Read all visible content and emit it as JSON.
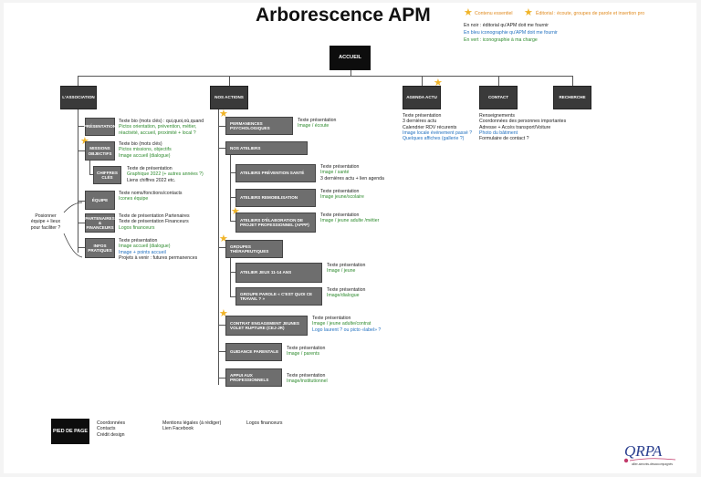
{
  "title": "Arborescence APM",
  "legend": {
    "essential": "Contenu essentiel",
    "editorial": "Éditorial : écoute, groupes de parole et insertion pro",
    "black": "En noir : éditorial qu'APM doit me fournir",
    "blue": "En bleu iconographie qu'APM doit me fournir",
    "green": "En vert : iconographie à ma charge"
  },
  "colors": {
    "star": "#f0b429",
    "green": "#2e8b2e",
    "blue": "#1f6fbf",
    "orange": "#e08a1e"
  },
  "root": "ACCUEIL",
  "sections": {
    "association": "L'ASSOCIATION",
    "actions": "NOS ACTIONS",
    "agenda": "AGENDA ACTU",
    "contact": "CONTACT",
    "recherche": "RECHERCHE"
  },
  "association": {
    "presentation": {
      "label": "PRÉSENTATION",
      "lines": [
        "Texte bio (mots clés) : qui,quoi,où,quand",
        "Pictos orientation, prévention, métier, réactivité, accueil, proximité + local ?"
      ]
    },
    "missions": {
      "label": "MISSIONS OBJECTIFS",
      "lines": [
        "Texte bio (mots clés)",
        "Pictos missions, objectifs",
        "Image accueil (dialogue)"
      ]
    },
    "chiffres": {
      "label": "CHIFFRES CLÉS",
      "lines": [
        "Texte de présentation",
        "Graphique 2022 (+ autres années ?)",
        "Liens chiffres 2022 etc."
      ]
    },
    "equipe": {
      "label": "ÉQUIPE",
      "lines": [
        "Texte noms/fonctions/contacts",
        "Icones équipe"
      ]
    },
    "partenaires": {
      "label": "PARTENAIRES & FINANCEURS",
      "lines": [
        "Texte de présentation Partenaires",
        "Texte de présentation Financeurs",
        "Logos financeurs"
      ]
    },
    "infos": {
      "label": "INFOS PRATIQUES",
      "lines": [
        "Texte présentation",
        "Image accueil (dialogue)",
        "Image + points accueil",
        "Projets à venir : futures permanences"
      ]
    },
    "note": "Posionner équipe + lieux pour faciliter ?"
  },
  "actions": {
    "permanences": {
      "label": "PERMANENCES PSYCHOLOGIQUES",
      "lines": [
        "Texte présentation",
        "Image / écoute"
      ]
    },
    "ateliers": {
      "label": "NOS ATELIERS"
    },
    "prevention": {
      "label": "ATELIERS PRÉVENTION SANTÉ",
      "lines": [
        "Texte présentation",
        "Image / santé",
        "3 dernières actu + lien agenda"
      ]
    },
    "remobilisation": {
      "label": "ATELIERS REMOBILISATION",
      "lines": [
        "Texte présentation",
        "Image jeune/scolaire"
      ]
    },
    "elaboration": {
      "label": "ATELIERS D'ÉLABORATION DE PROJET PROFESSIONNEL (APPP)",
      "lines": [
        "Texte présentation",
        "Image / jeune adulte /métier"
      ]
    },
    "groupes": {
      "label": "GROUPES THÉRAPEUTIQUES"
    },
    "ateliers_jeux": {
      "label": "ATELIER JEUX 11-14 ANS",
      "lines": [
        "Texte présentation",
        "Image / jeune"
      ]
    },
    "groupe_parole": {
      "label": "GROUPE PAROLE « C'EST QUOI CE TRAVAIL ? »",
      "lines": [
        "Texte présentation",
        "Image/dialogue"
      ]
    },
    "contrat": {
      "label": "CONTRAT ENGAGEMENT JEUNES VOLET RUPTURE (CEJ-JR)",
      "lines": [
        "Texte présentation",
        "Image / jeune adulte/contrat",
        "Logo laurent ? ou picto «label» ?"
      ]
    },
    "guidance": {
      "label": "GUIDANCE PARENTALE",
      "lines": [
        "Texte présentation",
        "Image / parents"
      ]
    },
    "appui": {
      "label": "APPUI AUX PROFESSIONNELS",
      "lines": [
        "Texte présentation",
        "Image/institutionnel"
      ]
    }
  },
  "agenda_lines": [
    "Texte présentation",
    "3 dernières actu",
    "Calendrier RDV récurents",
    "Image locale événement passé ?",
    "Quelques affiches (gallerie ?)"
  ],
  "contact_lines": [
    "Renseignements",
    "Coordonnées des personnes importantes",
    "Adresse + Accès transport/Voiture",
    "Photo du bâtiment",
    "Formulaire de contact ?"
  ],
  "footer": {
    "label": "PIED DE PAGE",
    "col1": [
      "Coordonnées",
      "Contacts",
      "Crédit design"
    ],
    "col2": [
      "Mentions légales (à rédiger)",
      "Lien Facebook"
    ],
    "col3": [
      "Logos financeurs"
    ]
  },
  "logo": {
    "text": "QRPA",
    "tagline": "allier-aimonts-désaccompagnés"
  }
}
